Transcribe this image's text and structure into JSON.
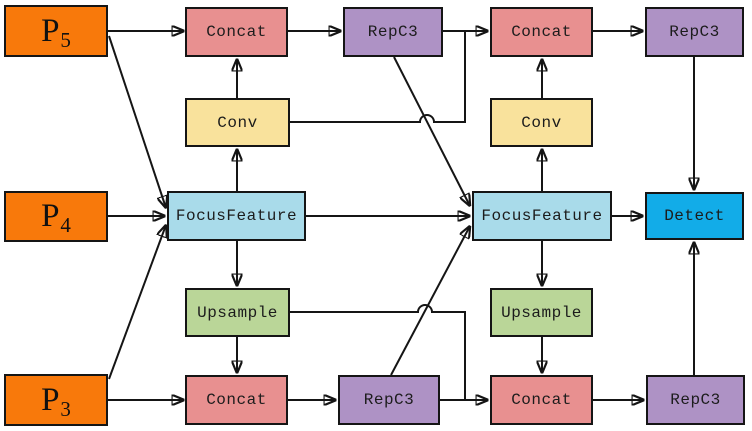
{
  "diagram": {
    "type": "network-architecture-flowchart",
    "colors": {
      "input": "#F8790B",
      "concat": "#E89090",
      "repc3": "#AE92C5",
      "conv": "#F9E29C",
      "focusfeature": "#A9DBEA",
      "upsample": "#BAD698",
      "detect": "#12ACE8",
      "line": "#151515",
      "background": "#FFFFFF"
    },
    "nodes": {
      "p5": {
        "label": "P",
        "subscript": "5"
      },
      "p4": {
        "label": "P",
        "subscript": "4"
      },
      "p3": {
        "label": "P",
        "subscript": "3"
      },
      "concat_tl": {
        "label": "Concat"
      },
      "conv_l": {
        "label": "Conv"
      },
      "ff1": {
        "label": "FocusFeature"
      },
      "ups1": {
        "label": "Upsample"
      },
      "concat_bl": {
        "label": "Concat"
      },
      "repc3_tm": {
        "label": "RepC3"
      },
      "repc3_bm": {
        "label": "RepC3"
      },
      "concat_tr": {
        "label": "Concat"
      },
      "conv_r": {
        "label": "Conv"
      },
      "ff2": {
        "label": "FocusFeature"
      },
      "ups2": {
        "label": "Upsample"
      },
      "concat_br": {
        "label": "Concat"
      },
      "repc3_tr": {
        "label": "RepC3"
      },
      "detect": {
        "label": "Detect"
      },
      "repc3_br": {
        "label": "RepC3"
      }
    },
    "edges": [
      {
        "from": "p5",
        "to": "concat_tl"
      },
      {
        "from": "p5",
        "to": "ff1"
      },
      {
        "from": "p4",
        "to": "ff1"
      },
      {
        "from": "p3",
        "to": "ff1"
      },
      {
        "from": "p3",
        "to": "concat_bl"
      },
      {
        "from": "ff1",
        "to": "conv_l"
      },
      {
        "from": "conv_l",
        "to": "concat_tl"
      },
      {
        "from": "ff1",
        "to": "ups1"
      },
      {
        "from": "ups1",
        "to": "concat_bl"
      },
      {
        "from": "concat_tl",
        "to": "repc3_tm"
      },
      {
        "from": "concat_bl",
        "to": "repc3_bm"
      },
      {
        "from": "repc3_tm",
        "to": "concat_tr"
      },
      {
        "from": "repc3_bm",
        "to": "concat_br"
      },
      {
        "from": "repc3_tm",
        "to": "ff2"
      },
      {
        "from": "repc3_bm",
        "to": "ff2"
      },
      {
        "from": "ff1",
        "to": "ff2"
      },
      {
        "from": "conv_l",
        "to": "concat_tr"
      },
      {
        "from": "ups1",
        "to": "concat_br"
      },
      {
        "from": "ff2",
        "to": "conv_r"
      },
      {
        "from": "conv_r",
        "to": "concat_tr"
      },
      {
        "from": "ff2",
        "to": "ups2"
      },
      {
        "from": "ups2",
        "to": "concat_br"
      },
      {
        "from": "concat_tr",
        "to": "repc3_tr"
      },
      {
        "from": "concat_br",
        "to": "repc3_br"
      },
      {
        "from": "repc3_tr",
        "to": "detect"
      },
      {
        "from": "repc3_br",
        "to": "detect"
      },
      {
        "from": "ff2",
        "to": "detect"
      }
    ]
  }
}
